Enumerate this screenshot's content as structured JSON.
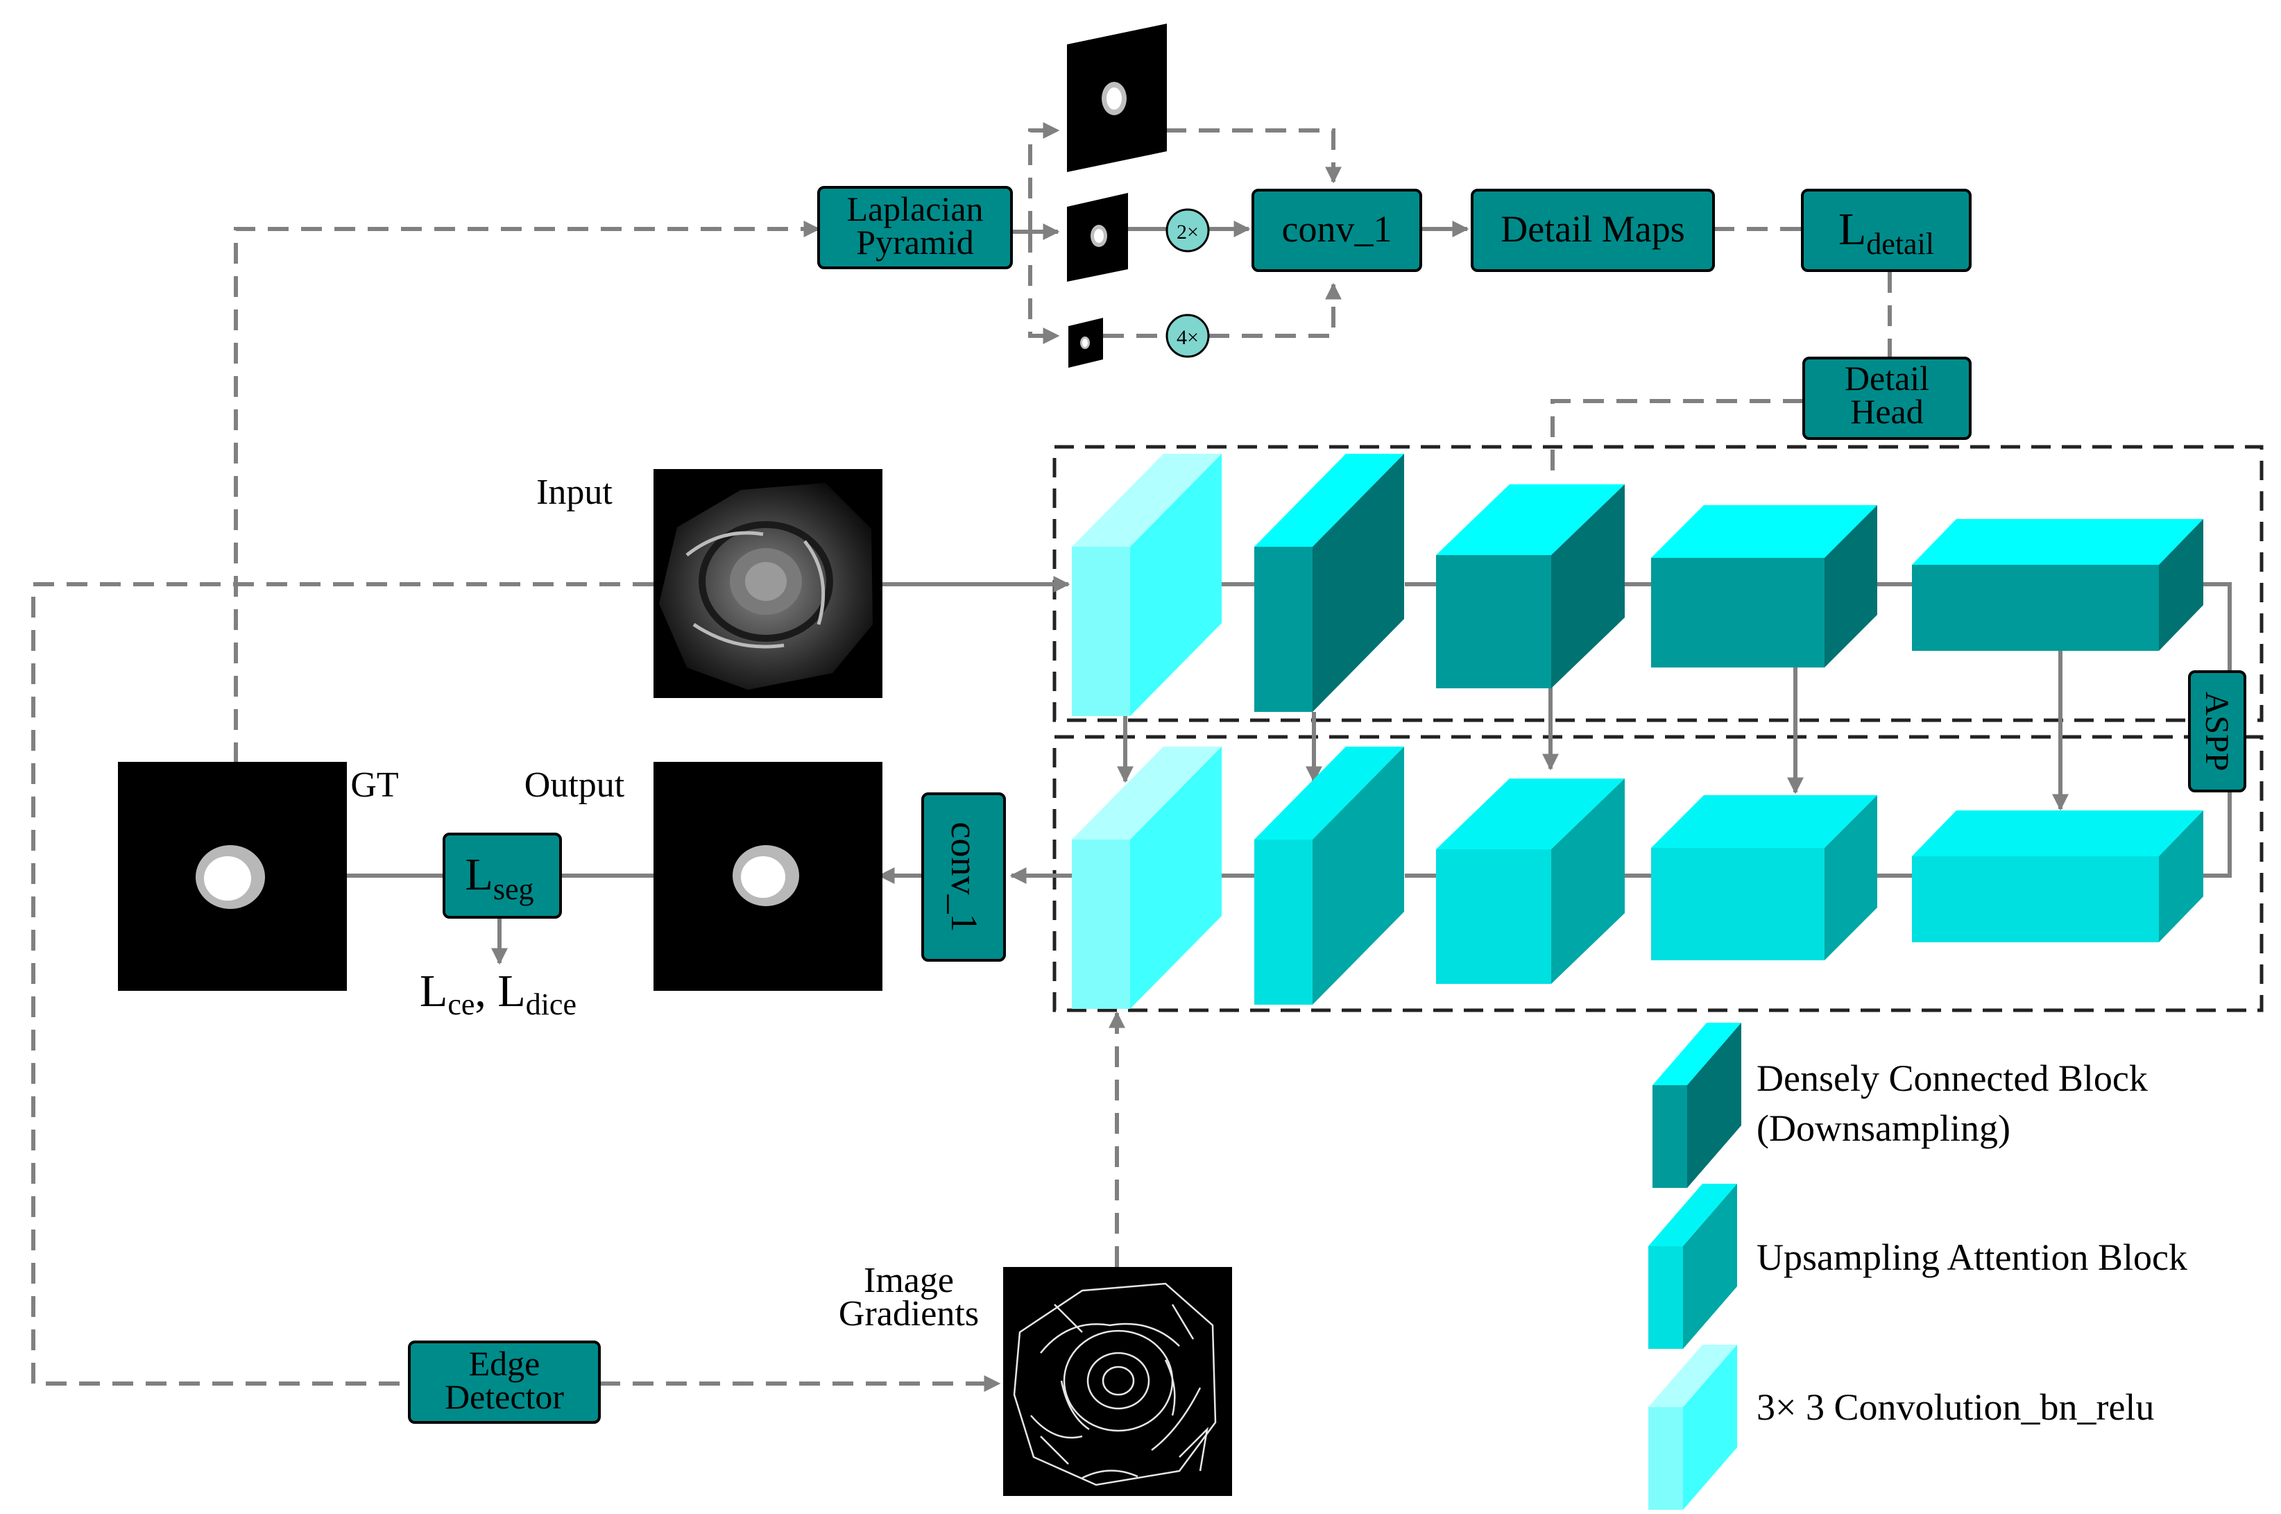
{
  "boxes": {
    "laplacian_line1": "Laplacian",
    "laplacian_line2": "Pyramid",
    "conv1_top": "conv_1",
    "detail_maps": "Detail Maps",
    "l_detail_main": "L",
    "l_detail_sub": "detail",
    "detail_head_line1": "Detail",
    "detail_head_line2": "Head",
    "aspp": "ASPP",
    "conv1_left": "conv_1",
    "l_seg_main": "L",
    "l_seg_sub": "seg",
    "edge_line1": "Edge",
    "edge_line2": "Detector"
  },
  "scales": {
    "two_x": "2×",
    "four_x": "4×"
  },
  "labels": {
    "input": "Input",
    "gt": "GT",
    "output": "Output",
    "image_gradients_line1": "Image",
    "image_gradients_line2": "Gradients",
    "loss_ce_main": "L",
    "loss_ce_sub": "ce",
    "loss_sep": ", ",
    "loss_dice_main": "L",
    "loss_dice_sub": "dice"
  },
  "legend": {
    "dense_line1": "Densely Connected Block",
    "dense_line2": "(Downsampling)",
    "upsampling": "Upsampling Attention Block",
    "conv": "3× 3 Convolution_bn_relu"
  },
  "colors": {
    "box_fill": "#008b8b",
    "box_border": "#000000",
    "arrow": "#808080",
    "dense_front": "#009a9a",
    "dense_side": "#007272",
    "dense_top": "#00ffff",
    "up_front": "#00e0e0",
    "up_side": "#00a7a7",
    "up_top": "#00f6f6",
    "conv_front": "#7ffdfd",
    "conv_side": "#40ffff",
    "conv_top": "#b2ffff",
    "circle_fill": "#7fd6cf"
  }
}
